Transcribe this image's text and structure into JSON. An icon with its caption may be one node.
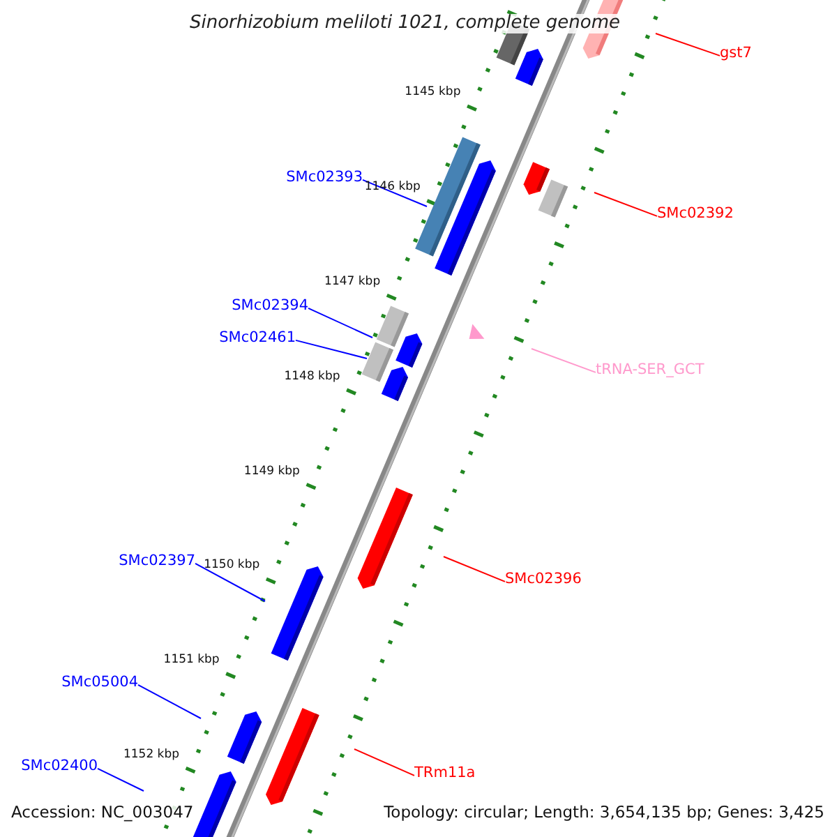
{
  "diagram": {
    "title": "Sinorhizobium meliloti 1021, complete genome",
    "nodes": [
      {
        "text": [
          "gst7"
        ]
      },
      {
        "text": [
          "SMc02393"
        ]
      },
      {
        "text": [
          "SMc02392"
        ]
      },
      {
        "text": [
          "SMc02394"
        ]
      },
      {
        "text": [
          "SMc02461"
        ]
      },
      {
        "text": [
          "tRNA-SER_GCT"
        ]
      },
      {
        "text": [
          "SMc02397"
        ]
      },
      {
        "text": [
          "SMc02396"
        ]
      },
      {
        "text": [
          "SMc05004"
        ]
      },
      {
        "text": [
          "TRm11a"
        ]
      },
      {
        "text": [
          "SMc02400"
        ]
      }
    ],
    "edges": [
      {
        "from": 0,
        "to": null,
        "arrow": "none",
        "color": "#ff0000"
      },
      {
        "from": 1,
        "to": null,
        "arrow": "none",
        "color": "#0000ff"
      },
      {
        "from": 2,
        "to": null,
        "arrow": "none",
        "color": "#ff0000"
      },
      {
        "from": 3,
        "to": null,
        "arrow": "none",
        "color": "#0000ff"
      },
      {
        "from": 4,
        "to": null,
        "arrow": "none",
        "color": "#0000ff"
      },
      {
        "from": 5,
        "to": null,
        "arrow": "none",
        "color": "#ff99cc"
      },
      {
        "from": 6,
        "to": null,
        "arrow": "none",
        "color": "#0000ff"
      },
      {
        "from": 7,
        "to": null,
        "arrow": "none",
        "color": "#ff0000"
      },
      {
        "from": 8,
        "to": null,
        "arrow": "none",
        "color": "#0000ff"
      },
      {
        "from": 9,
        "to": null,
        "arrow": "none",
        "color": "#ff0000"
      },
      {
        "from": 10,
        "to": null,
        "arrow": "none",
        "color": "#0000ff"
      }
    ],
    "labels": [
      "1145 kbp",
      "1146 kbp",
      "1147 kbp",
      "1148 kbp",
      "1149 kbp",
      "1150 kbp",
      "1151 kbp",
      "1152 kbp",
      "Accession: NC_003047",
      "Topology: circular; Length: 3,654,135 bp; Genes: 3,425"
    ]
  }
}
